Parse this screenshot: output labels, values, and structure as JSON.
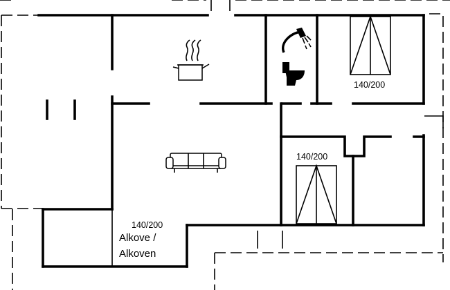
{
  "labels": {
    "bedroom_top_size": "140/200",
    "bedroom_mid_size": "140/200",
    "alcove_size": "140/200",
    "alcove_line1": "Alkove /",
    "alcove_line2": "Alkoven"
  },
  "icons": [
    "cooking-pot-icon",
    "shower-icon",
    "toilet-icon",
    "sofa-icon",
    "bed-icon"
  ],
  "colors": {
    "walls": "#000000",
    "background": "#ffffff"
  }
}
